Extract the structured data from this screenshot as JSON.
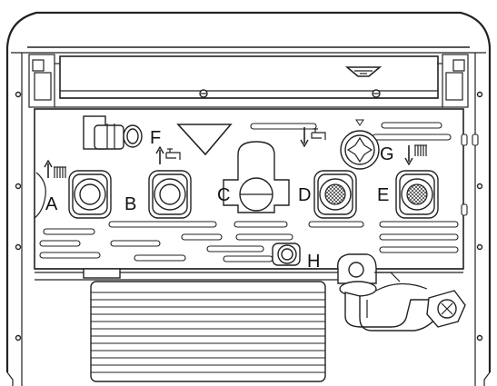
{
  "diagram": {
    "type": "boiler-connection-layout",
    "labels": {
      "A": "A",
      "B": "B",
      "C": "C",
      "D": "D",
      "E": "E",
      "F": "F",
      "G": "G",
      "H": "H"
    },
    "icons": {
      "heating_flow": "heating-flow-arrow-icon",
      "dhw_outlet": "hot-water-tap-out-icon",
      "cold_inlet": "cold-water-tap-in-icon",
      "heating_return": "heating-return-arrow-icon",
      "gas_valve": "gas-valve-knob-icon",
      "brand_mark": "brand-logo-icon"
    },
    "line_color": "#222222",
    "background": "#ffffff"
  }
}
